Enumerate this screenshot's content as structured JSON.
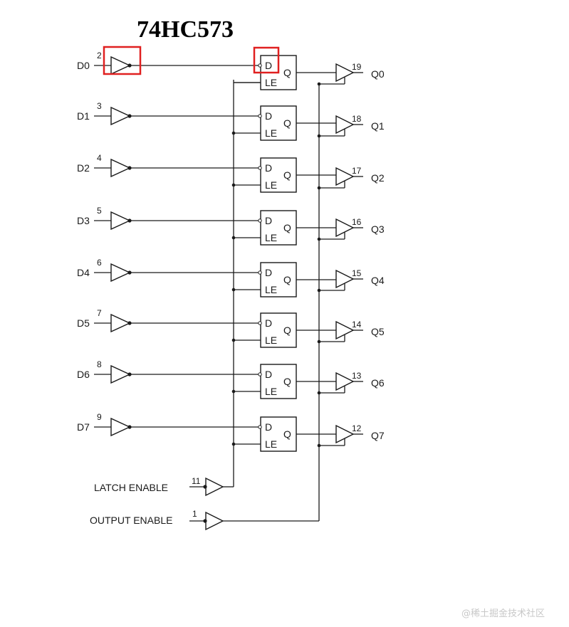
{
  "title": "74HC573",
  "watermark": "@稀土掘金技术社区",
  "flipflop": {
    "d_label": "D",
    "le_label": "LE",
    "q_label": "Q"
  },
  "inputs": [
    {
      "name": "D0",
      "pin": "2"
    },
    {
      "name": "D1",
      "pin": "3"
    },
    {
      "name": "D2",
      "pin": "4"
    },
    {
      "name": "D3",
      "pin": "5"
    },
    {
      "name": "D4",
      "pin": "6"
    },
    {
      "name": "D5",
      "pin": "7"
    },
    {
      "name": "D6",
      "pin": "8"
    },
    {
      "name": "D7",
      "pin": "9"
    }
  ],
  "outputs": [
    {
      "name": "Q0",
      "pin": "19"
    },
    {
      "name": "Q1",
      "pin": "18"
    },
    {
      "name": "Q2",
      "pin": "17"
    },
    {
      "name": "Q3",
      "pin": "16"
    },
    {
      "name": "Q4",
      "pin": "15"
    },
    {
      "name": "Q5",
      "pin": "14"
    },
    {
      "name": "Q6",
      "pin": "13"
    },
    {
      "name": "Q7",
      "pin": "12"
    }
  ],
  "latch_enable": {
    "label": "LATCH ENABLE",
    "pin": "11"
  },
  "output_enable": {
    "label": "OUTPUT ENABLE",
    "pin": "1"
  },
  "highlight_color": "#e02020"
}
